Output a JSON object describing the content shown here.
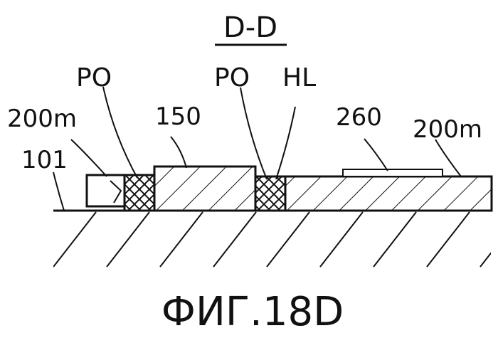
{
  "section_label": "D-D",
  "labels": {
    "po_left": "PO",
    "po_right": "PO",
    "hl": "HL",
    "m200_left": "200m",
    "m200_right": "200m",
    "n150": "150",
    "n260": "260",
    "n101": "101"
  },
  "figure_caption": "ФИГ.18D"
}
